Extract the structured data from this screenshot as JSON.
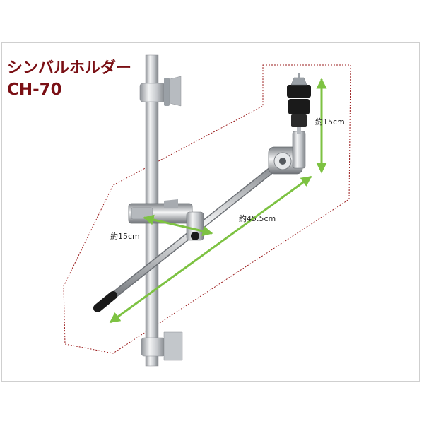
{
  "title": "シンバルホルダー",
  "model": "CH-70",
  "dimensions": {
    "height_label": "約15cm",
    "arm_length_label": "約45.5cm",
    "clamp_width_label": "約15cm"
  },
  "colors": {
    "title": "#7a0f14",
    "measure_arrows": "#7dc242",
    "outline_dotted": "#9b1c1c",
    "chrome": "#b9bdc2",
    "black_parts": "#1a1a1a"
  }
}
